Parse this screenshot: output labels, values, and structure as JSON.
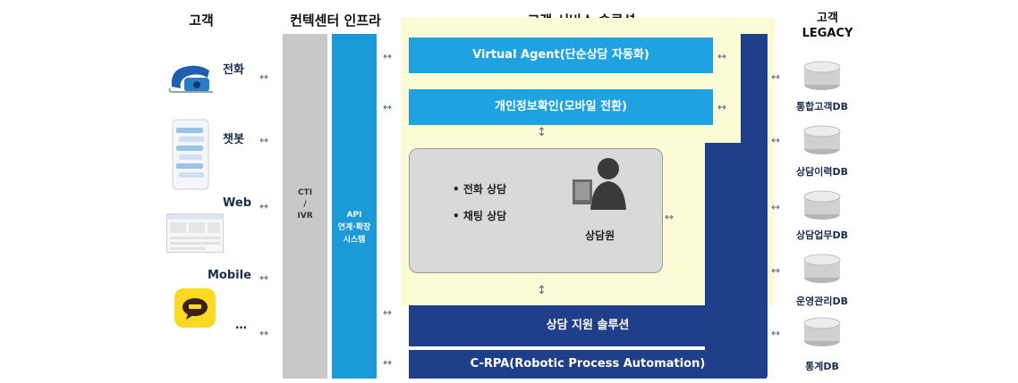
{
  "headers": {
    "customer": "고객",
    "infra": "컨텍센터 인프라",
    "solution": "고객 서비스 솔루션",
    "legacy_line1": "고객",
    "legacy_line2": "LEGACY"
  },
  "channels": [
    {
      "label": "전화",
      "icon": "phone-icon"
    },
    {
      "label": "챗봇",
      "icon": "chatbot-icon"
    },
    {
      "label": "Web",
      "icon": "web-icon"
    },
    {
      "label": "Mobile",
      "icon": "mobile-icon"
    },
    {
      "label": "…",
      "icon": ""
    }
  ],
  "infra": {
    "cti_line1": "CTI",
    "cti_line2": "/",
    "cti_line3": "IVR",
    "api_line1": "API",
    "api_line2": "연계·확장",
    "api_line3": "시스템"
  },
  "solution": {
    "virtual_agent": "Virtual Agent(단순상담 자동화)",
    "privacy": "개인정보확인(모바일 전환)",
    "counsel_item1": "• 전화 상담",
    "counsel_item2": "• 채팅 상담",
    "counselor": "상담원",
    "support": "상담 지원 솔루션",
    "crpa": "C-RPA(Robotic Process Automation)"
  },
  "databases": [
    {
      "label": "통합고객DB"
    },
    {
      "label": "상담이력DB"
    },
    {
      "label": "상담업무DB"
    },
    {
      "label": "운영관리DB"
    },
    {
      "label": "통계DB"
    }
  ],
  "colors": {
    "infra_gray": "#c8c8c8",
    "api_blue": "#1a9ad6",
    "bar_blue": "#1fa3e0",
    "navy": "#1f3f8a",
    "cream": "#fbfbd6",
    "panel_gray": "#d9d9d9",
    "label_navy": "#1f2d4d"
  }
}
